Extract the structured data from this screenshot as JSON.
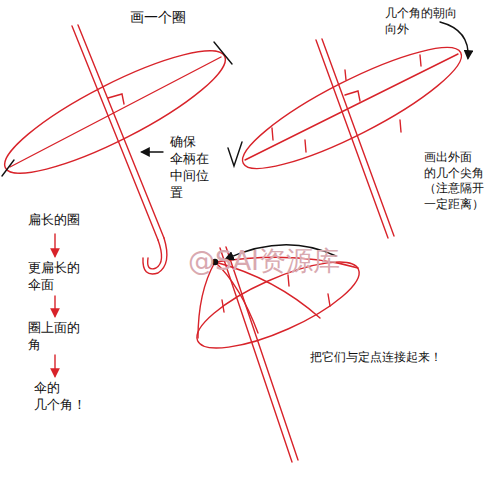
{
  "diagram": {
    "labels": [
      "画一个圈",
      "几个角的朝向 向外",
      "确保 伞柄在 中间位 置",
      "画出外面 的几个尖角 （注意隔开 一定距离）",
      "扁长的圈",
      "更扁长的 伞面",
      "圈上面的 角",
      "伞的 几个角！",
      "@SAI资源库",
      "把它们与定点连接起来！"
    ]
  }
}
